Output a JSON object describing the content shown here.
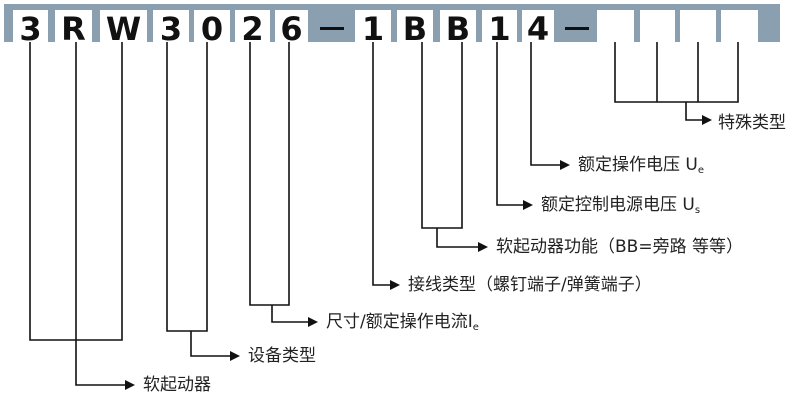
{
  "code": {
    "characters": [
      "3",
      "R",
      "W",
      "3",
      "0",
      "2",
      "6",
      "1",
      "B",
      "B",
      "1",
      "4",
      "",
      "",
      "",
      ""
    ],
    "separator": "—",
    "bar_color": "#8aa0b0",
    "box_color": "#ffffff"
  },
  "labels": {
    "soft_starter": "软起动器",
    "device_type": "设备类型",
    "size_current": "尺寸/额定操作电流I",
    "size_current_sub": "e",
    "connection_type": "接线类型（螺钉端子/弹簧端子）",
    "soft_starter_function": "软起动器功能（BB=旁路 等等）",
    "control_voltage": "额定控制电源电压 U",
    "control_voltage_sub": "s",
    "operating_voltage": "额定操作电压 U",
    "operating_voltage_sub": "e",
    "special_type": "特殊类型"
  }
}
